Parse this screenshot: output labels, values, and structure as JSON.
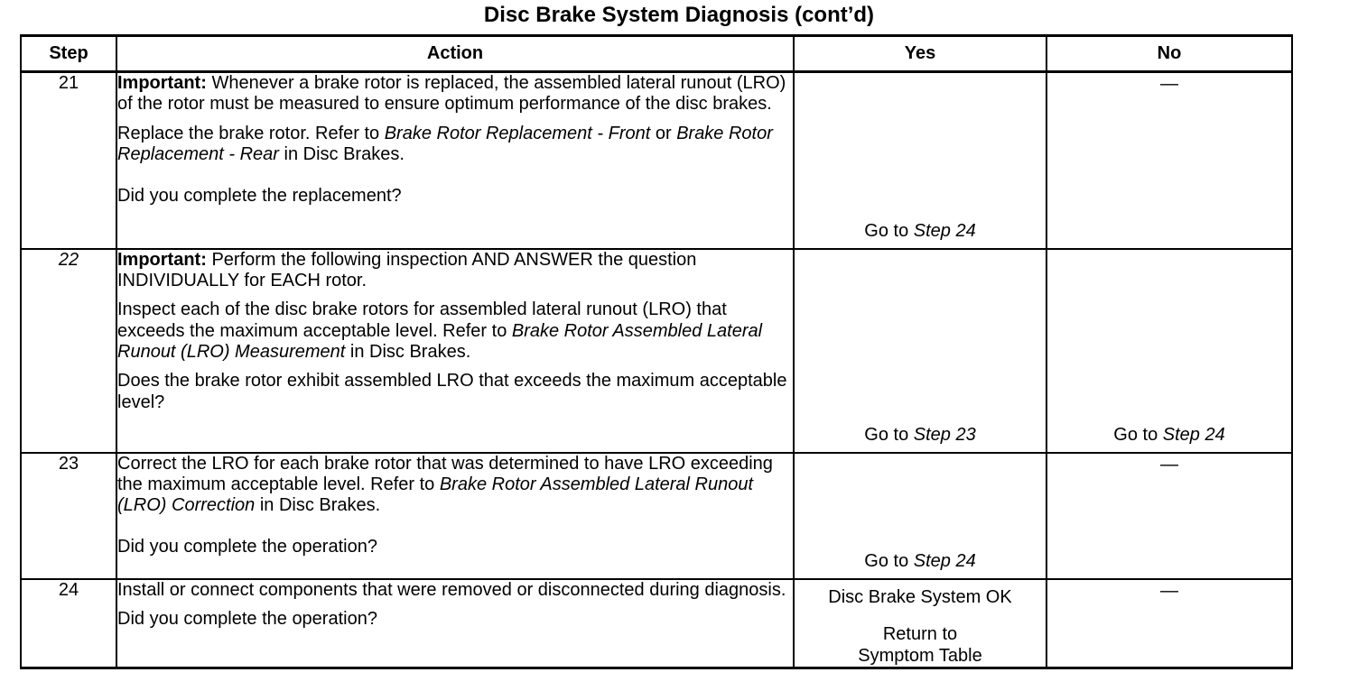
{
  "document": {
    "title": "Disc Brake System Diagnosis  (cont’d)"
  },
  "table": {
    "headers": {
      "step": "Step",
      "action": "Action",
      "yes": "Yes",
      "no": "No"
    },
    "rows": [
      {
        "step": "21",
        "step_style": "normal",
        "action": {
          "p1_bold": "Important:",
          "p1_text": " Whenever a brake rotor is replaced, the assembled lateral runout (LRO) of the rotor must be measured to ensure optimum performance of the disc brakes.",
          "p2_pre": "Replace the brake rotor. Refer to ",
          "p2_italic_1": "Brake Rotor Replacement - Front",
          "p2_mid": " or ",
          "p2_italic_2": "Brake Rotor Replacement - Rear",
          "p2_post": " in Disc Brakes.",
          "p3": "Did you complete the replacement?"
        },
        "yes_pre": "Go to ",
        "yes_italic": "Step 24",
        "no": "—"
      },
      {
        "step": "22",
        "step_style": "italic",
        "action": {
          "p1_bold": "Important:",
          "p1_text": " Perform the following inspection AND ANSWER the question INDIVIDUALLY for EACH rotor.",
          "p2_pre": "Inspect each of the disc brake rotors for assembled lateral runout (LRO) that exceeds the maximum acceptable level. Refer to ",
          "p2_italic_1": "Brake Rotor Assembled Lateral Runout (LRO) Measurement",
          "p2_post": " in Disc Brakes.",
          "p3": "Does the brake rotor exhibit assembled LRO that exceeds the maximum acceptable level?"
        },
        "yes_pre": "Go to ",
        "yes_italic": "Step 23",
        "no_pre": "Go to ",
        "no_italic": "Step 24"
      },
      {
        "step": "23",
        "step_style": "normal",
        "action": {
          "p2_pre": "Correct the LRO for each brake rotor that was determined to have LRO exceeding the maximum acceptable level. Refer to ",
          "p2_italic_1": "Brake Rotor Assembled Lateral Runout (LRO) Correction",
          "p2_post": " in Disc Brakes.",
          "p3": "Did you complete the operation?"
        },
        "yes_pre": "Go to ",
        "yes_italic": "Step 24",
        "no": "—"
      },
      {
        "step": "24",
        "step_style": "normal",
        "action": {
          "p2_pre": "Install or connect components that were removed or disconnected during diagnosis.",
          "p3": "Did you complete the operation?"
        },
        "yes_line_1": "Disc Brake System OK",
        "yes_line_2": "Return to",
        "yes_line_3": "Symptom Table",
        "no": "—"
      }
    ]
  }
}
